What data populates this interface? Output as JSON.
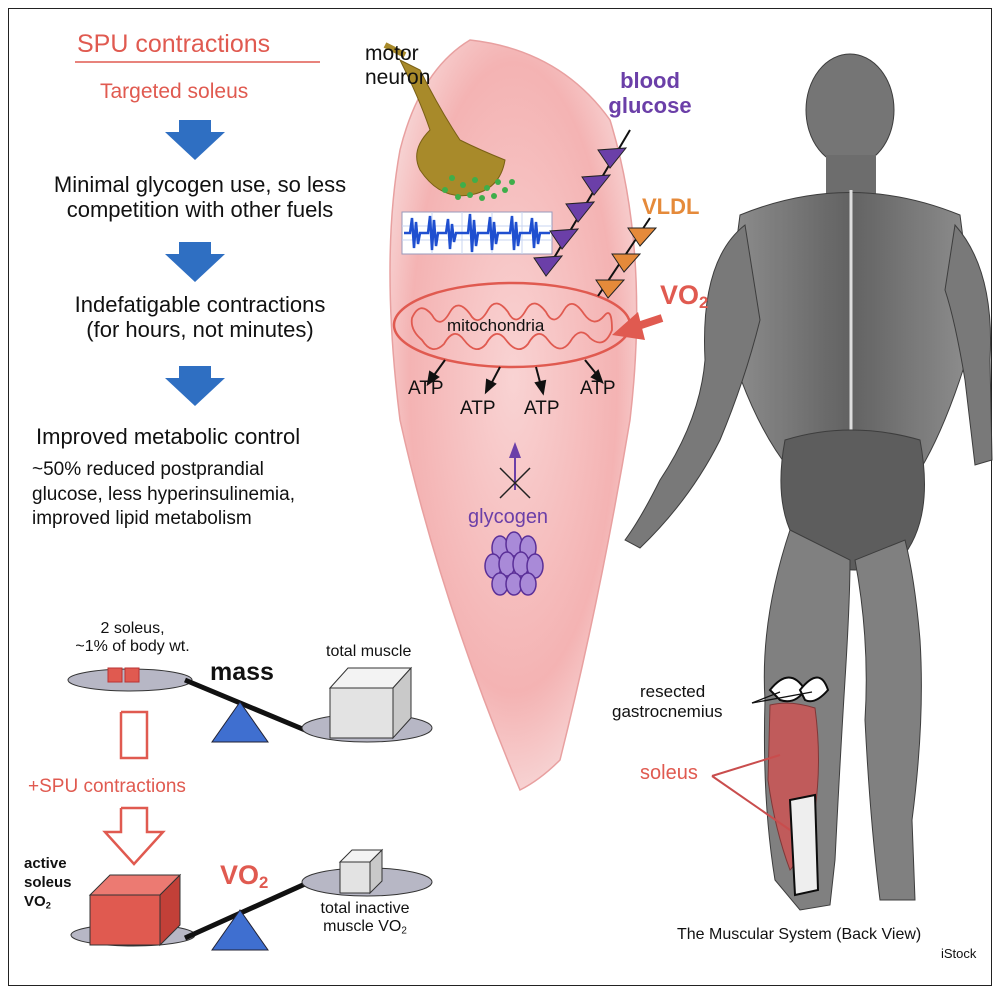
{
  "left": {
    "title": "SPU contractions",
    "subtitle": "Targeted soleus",
    "step1_line1": "Minimal glycogen use, so less",
    "step1_line2": "competition with other fuels",
    "step2_line1": "Indefatigable contractions",
    "step2_line2": "(for hours, not minutes)",
    "step3": "Improved metabolic control",
    "detail_line1": "~50% reduced postprandial",
    "detail_line2": "glucose, less hyperinsulinemia,",
    "detail_line3": "improved lipid metabolism"
  },
  "balance": {
    "soleus_line1": "2 soleus,",
    "soleus_line2": "~1% of body wt.",
    "mass": "mass",
    "total_muscle": "total muscle",
    "spu": "+SPU contractions",
    "active_line1": "active",
    "active_line2": "soleus",
    "active_line3": "VO",
    "active_sub": "2",
    "vo2": "VO",
    "vo2_sub": "2",
    "inactive_line1": "total inactive",
    "inactive_line2": "muscle VO",
    "inactive_sub": "2"
  },
  "muscle": {
    "motor_line1": "motor",
    "motor_line2": "neuron",
    "blood_line1": "blood",
    "blood_line2": "glucose",
    "vldl": "VLDL",
    "vo2": "VO",
    "vo2_sub": "2",
    "mitochondria": "mitochondria",
    "atp": [
      "ATP",
      "ATP",
      "ATP",
      "ATP"
    ],
    "glycogen": "glycogen"
  },
  "anatomy": {
    "resected_line1": "resected",
    "resected_line2": "gastrocnemius",
    "soleus": "soleus",
    "caption": "The Muscular System (Back View)",
    "credit": "iStock"
  },
  "colors": {
    "red": "#e05a50",
    "blue_arrow": "#2f6fc2",
    "purple": "#6b3fa8",
    "orange": "#e58a3a",
    "muscle_pink": "#f7c5c5",
    "neuron": "#a88a2a"
  }
}
